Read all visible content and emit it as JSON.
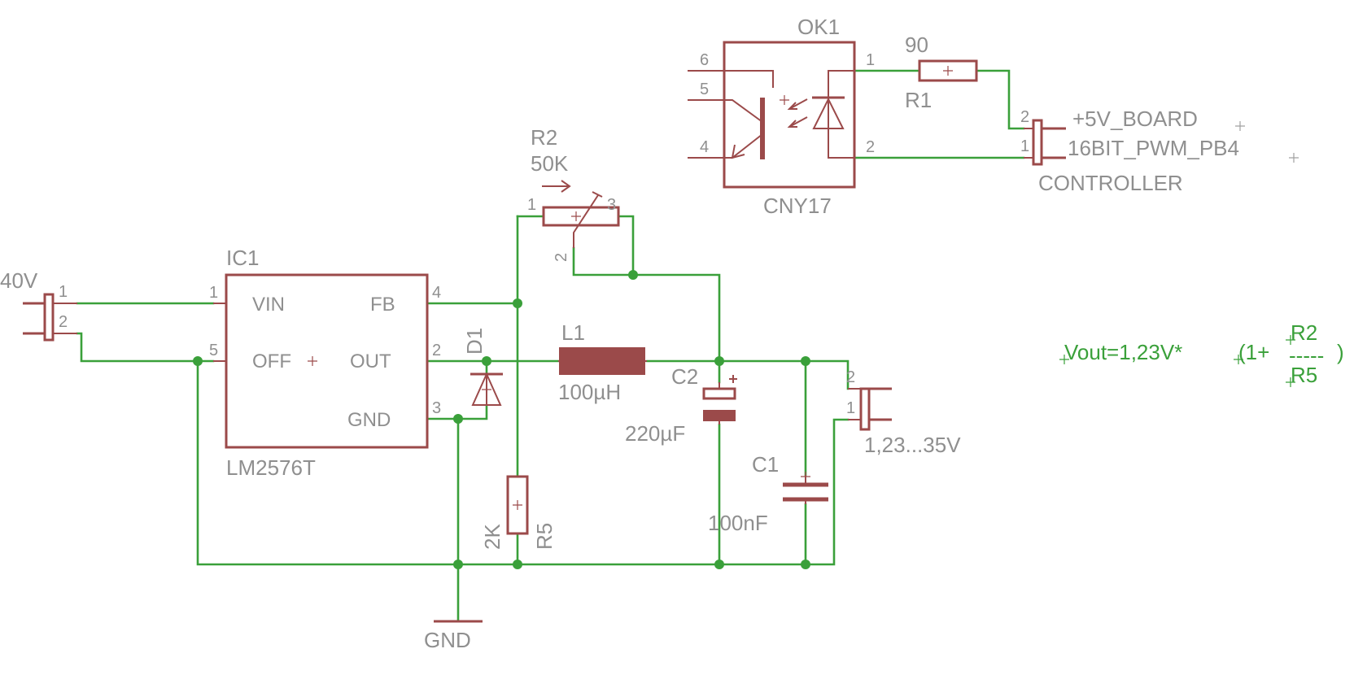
{
  "components": {
    "ic1": {
      "name": "IC1",
      "value": "LM2576T",
      "pins": {
        "vin": "VIN",
        "off": "OFF",
        "fb": "FB",
        "out": "OUT",
        "gnd": "GND"
      },
      "pin_numbers": {
        "vin": "1",
        "off": "5",
        "fb": "4",
        "out": "2",
        "gnd": "3"
      }
    },
    "ok1": {
      "name": "OK1",
      "value": "CNY17",
      "pin_numbers": {
        "p6": "6",
        "p5": "5",
        "p4": "4",
        "p1": "1",
        "p2": "2"
      }
    },
    "r1": {
      "name": "R1",
      "value": "90"
    },
    "r2": {
      "name": "R2",
      "value": "50K",
      "pin_numbers": {
        "p1": "1",
        "p2": "2",
        "p3": "3"
      }
    },
    "r5": {
      "name": "R5",
      "value": "2K"
    },
    "l1": {
      "name": "L1",
      "value": "100µH"
    },
    "c1": {
      "name": "C1",
      "value": "100nF"
    },
    "c2": {
      "name": "C2",
      "value": "220µF"
    },
    "d1": {
      "name": "D1"
    },
    "con_in": {
      "label": "40V",
      "pin1": "1",
      "pin2": "2"
    },
    "con_out": {
      "label": "1,23...35V",
      "pin1": "1",
      "pin2": "2"
    },
    "con_ctrl": {
      "label_top": "+5V_BOARD",
      "label_mid": "16BIT_PWM_PB4",
      "label_bottom": "CONTROLLER",
      "pin1": "1",
      "pin2": "2"
    },
    "gnd": {
      "label": "GND"
    }
  },
  "formula": {
    "lhs": "Vout=1,23V*",
    "paren": "(1+",
    "numerator": "R2",
    "bar": "-----",
    "denominator": "R5",
    "close": ")"
  },
  "colors": {
    "wire": "#3aa03a",
    "part": "#9b4a4a",
    "text": "#8f8f8f"
  }
}
